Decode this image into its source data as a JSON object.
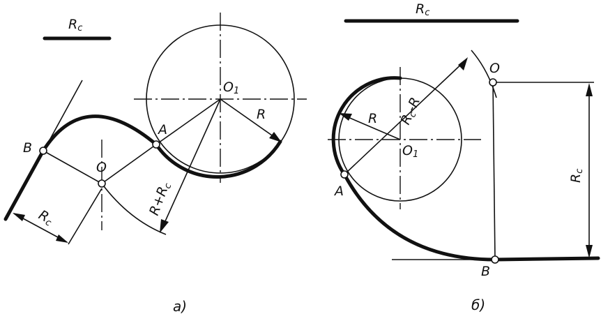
{
  "labels": {
    "a": {
      "scale": "R",
      "scale_sub": "c",
      "o1": "O",
      "o1_sub": "1",
      "r": "R",
      "point_a": "A",
      "point_b": "B",
      "point_o": "O",
      "rsum_main": "R+R",
      "rsum_sub": "c",
      "rc_main": "R",
      "rc_sub": "c",
      "caption": "а)"
    },
    "b": {
      "scale": "R",
      "scale_sub": "c",
      "point_o": "O",
      "rdiff_pre": "R",
      "rdiff_sub": "c",
      "rdiff_post": "-R",
      "r": "R",
      "o1": "O",
      "o1_sub": "1",
      "point_a": "A",
      "point_b": "B",
      "rc_main": "R",
      "rc_sub": "c",
      "caption": "б)"
    }
  }
}
